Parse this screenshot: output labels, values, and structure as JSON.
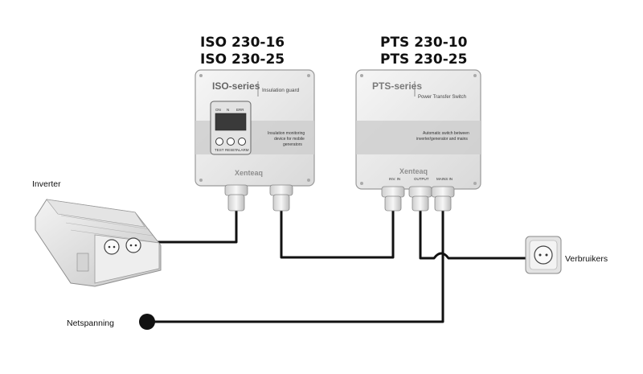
{
  "iso_titles": [
    "ISO 230-16",
    "ISO 230-25"
  ],
  "pts_titles": [
    "PTS 230-10",
    "PTS 230-25"
  ],
  "iso_device": {
    "series": "ISO-series",
    "subtitle": "Insulation guard",
    "description": [
      "Insulation monitoring",
      "device for mobile",
      "generators"
    ],
    "brand": "Xenteaq",
    "top_leds": [
      "ON",
      "N",
      "ERR"
    ],
    "bottom_buttons": [
      "TEST",
      "RESET",
      "ALARM"
    ]
  },
  "pts_device": {
    "series": "PTS-series",
    "subtitle": "Power Transfer Switch",
    "description": [
      "Automatic switch between",
      "inverter/generator and mains"
    ],
    "brand": "Xenteaq",
    "ports": [
      "INV. IN",
      "OUTPUT",
      "MAINS IN"
    ]
  },
  "labels": {
    "inverter": "Inverter",
    "netspanning": "Netspanning",
    "verbruikers": "Verbruikers"
  }
}
